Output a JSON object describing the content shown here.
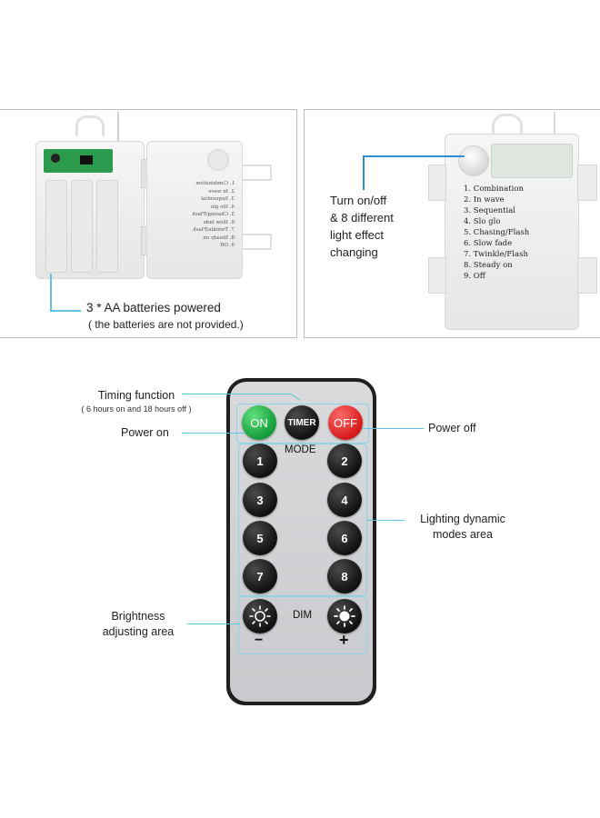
{
  "top_left": {
    "caption_line1": "3 * AA batteries powered",
    "caption_line2": "( the batteries are not provided.)",
    "mirrored_modes": [
      "1. Combination",
      "2. In wave",
      "3. Sequential",
      "4. Slo glo",
      "5. Chasing/Flash",
      "6. Slow fade",
      "7. Twinkle/Flash",
      "8. Steady on",
      "9. Off"
    ]
  },
  "top_right": {
    "caption_lines": [
      "Turn on/off",
      "& 8 different",
      "light effect",
      "changing"
    ],
    "modes": [
      "1. Combination",
      "2. In wave",
      "3. Sequential",
      "4. Slo glo",
      "5. Chasing/Flash",
      "6. Slow fade",
      "7. Twinkle/Flash",
      "8. Steady on",
      "9. Off"
    ]
  },
  "remote": {
    "on_label": "ON",
    "timer_label": "TIMER",
    "off_label": "OFF",
    "mode_label": "MODE",
    "dim_label": "DIM",
    "minus_label": "−",
    "plus_label": "+",
    "numbers": [
      "1",
      "2",
      "3",
      "4",
      "5",
      "6",
      "7",
      "8"
    ]
  },
  "callouts": {
    "timing_title": "Timing function",
    "timing_sub": "( 6 hours on and 18 hours off )",
    "power_on": "Power on",
    "power_off": "Power off",
    "lighting_line1": "Lighting dynamic",
    "lighting_line2": "modes area",
    "brightness_line1": "Brightness",
    "brightness_line2": "adjusting area"
  },
  "colors": {
    "on_green": "#1ea544",
    "off_red": "#e02020",
    "callout_line": "#5fc6df",
    "led_blue": "#2b8fd6"
  }
}
